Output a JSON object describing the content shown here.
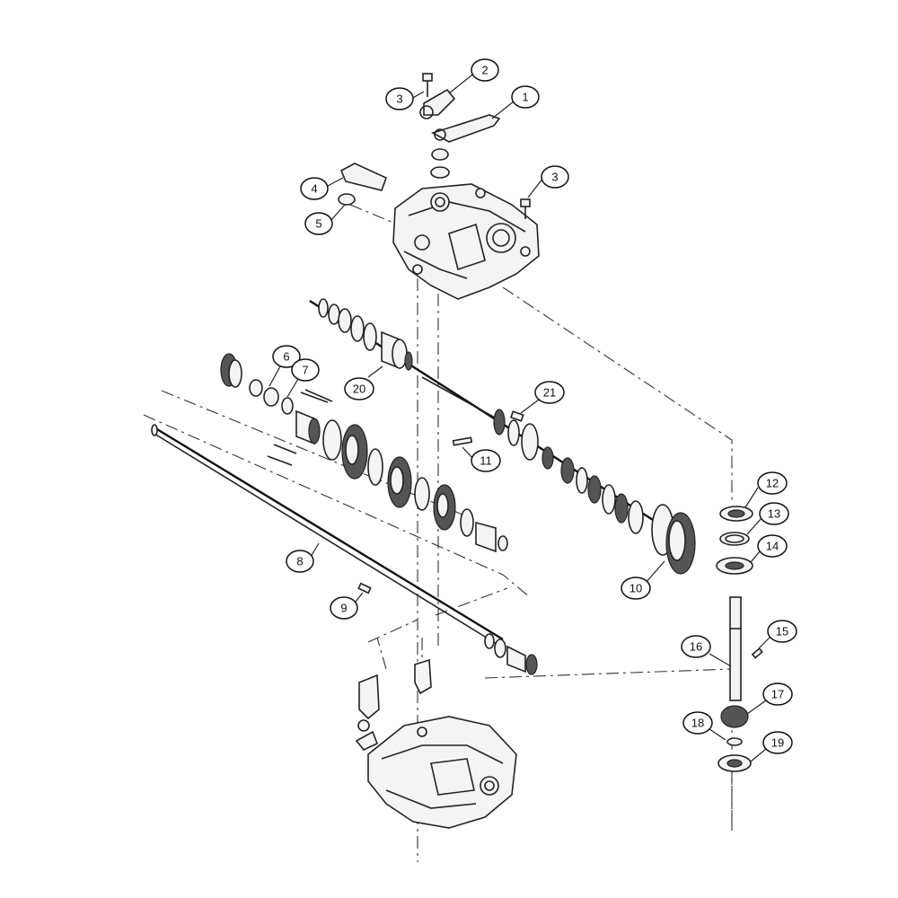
{
  "callouts": [
    "1",
    "2",
    "3",
    "3",
    "4",
    "5",
    "6",
    "7",
    "8",
    "9",
    "10",
    "11",
    "12",
    "13",
    "14",
    "15",
    "16",
    "17",
    "18",
    "19",
    "20",
    "21"
  ],
  "colors": {
    "line": "#222222",
    "background": "#ffffff"
  }
}
